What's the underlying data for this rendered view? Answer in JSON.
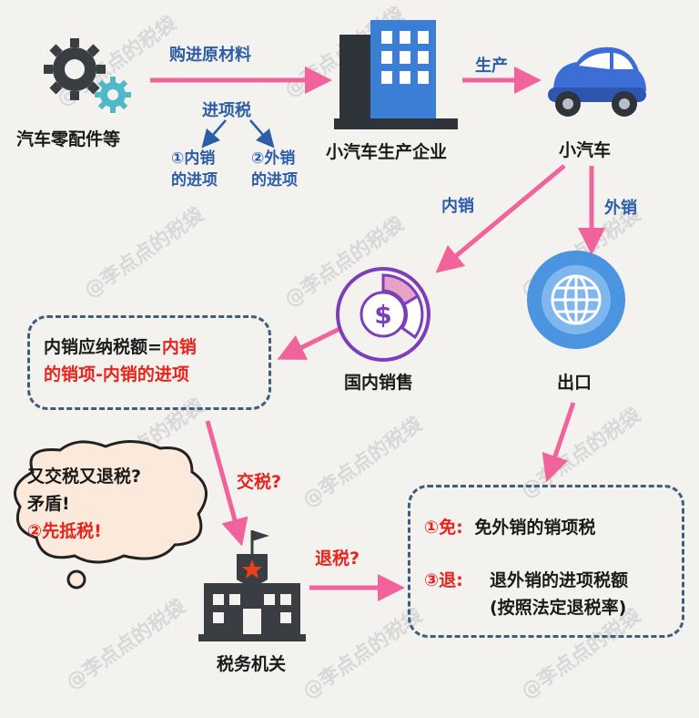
{
  "nodes": {
    "parts_label": "汽车零配件等",
    "factory_label": "小汽车生产企业",
    "car_label": "小汽车",
    "domestic_label": "国内销售",
    "export_label": "出口",
    "tax_office_label": "税务机关"
  },
  "edges": {
    "buy_materials": "购进原材料",
    "input_tax": "进项税",
    "input_domestic_1": "①内销",
    "input_domestic_2": "的进项",
    "input_export_1": "②外销",
    "input_export_2": "的进项",
    "produce": "生产",
    "domestic_sale": "内销",
    "export_sale": "外销",
    "pay_tax": "交税?",
    "refund_tax": "退税?"
  },
  "formula": {
    "part1": "内销应纳税额=",
    "part2": "内销",
    "part3": "的销项-内销的进项"
  },
  "thought": {
    "line1": "又交税又退税?",
    "line2": "矛盾!",
    "line3": "②先抵税!"
  },
  "refund_box": {
    "exempt_label": "①免:",
    "exempt_text": "免外销的销项税",
    "refund_label": "③退:",
    "refund_text_1": "退外销的进项税额",
    "refund_text_2": "(按照法定退税率)"
  },
  "watermark": "@李点点的税袋",
  "colors": {
    "arrow": "#f0639b",
    "accent_blue": "#2b5da8",
    "accent_red": "#e8231c",
    "dashed_border": "#3f5e7c"
  }
}
